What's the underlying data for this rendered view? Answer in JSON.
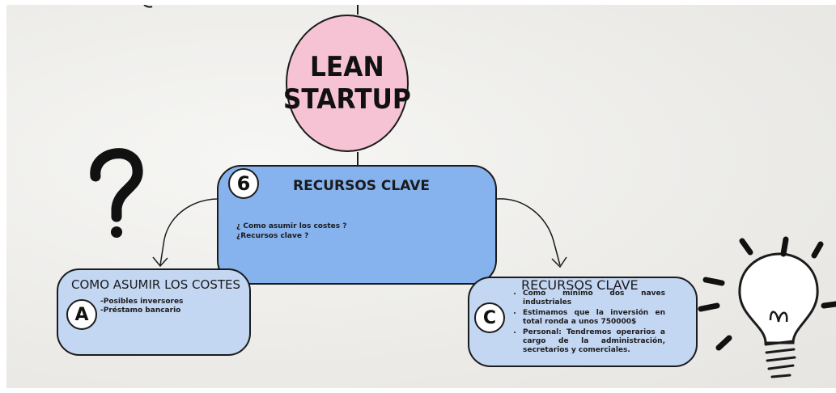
{
  "center": {
    "title_line1": "LEAN",
    "title_line2": "STARTUP"
  },
  "main_node": {
    "number": "6",
    "title": "RECURSOS CLAVE",
    "lines": [
      "¿ Como asumir los costes ?",
      "¿Recursos clave ?"
    ]
  },
  "node_a": {
    "letter": "A",
    "title": "COMO ASUMIR LOS COSTES",
    "lines": [
      "-Posibles inversores",
      "-Préstamo bancario"
    ]
  },
  "node_c": {
    "letter": "C",
    "title": "RECURSOS CLAVE",
    "items": [
      "Como mínimo dos naves industriales",
      "Estimamos que la inversión en total ronda a unos 750000$",
      "Personal: Tendremos operarios a cargo de la administración, secretarios y comerciales."
    ]
  },
  "colors": {
    "center_fill": "#f6c3d5",
    "main_fill": "#86b3ee",
    "sub_fill": "#c3d6f2",
    "outline": "#1b1b1b"
  },
  "icons": [
    "question-mark-icon",
    "light-bulb-icon",
    "curved-arrow-icon"
  ]
}
